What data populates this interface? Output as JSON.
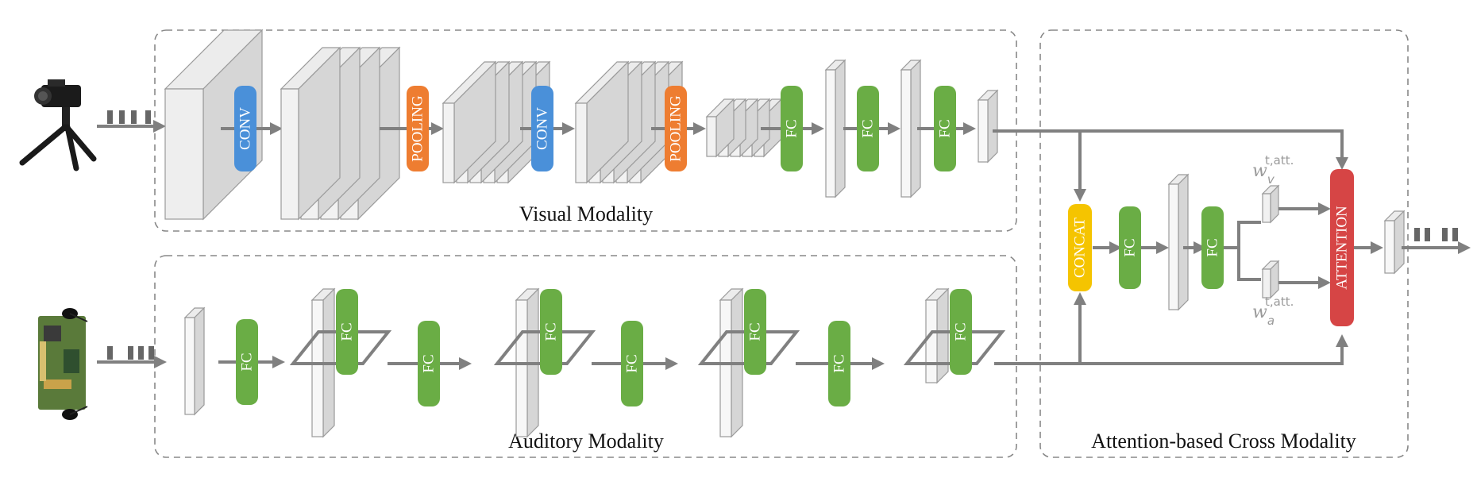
{
  "regions": {
    "visual": "Visual Modality",
    "auditory": "Auditory Modality",
    "cross": "Attention-based Cross Modality"
  },
  "layers": {
    "conv": "CONV",
    "pooling": "POOLING",
    "fc": "FC",
    "concat": "CONCAT",
    "attention": "ATTENTION"
  },
  "weights": {
    "visual": {
      "base": "w",
      "sub": "v",
      "sup": "t,att."
    },
    "audio": {
      "base": "w",
      "sub": "a",
      "sup": "t,att."
    }
  },
  "colors": {
    "conv": "#4a90d9",
    "pooling": "#ee7d31",
    "fc": "#6aad45",
    "concat": "#f5c400",
    "attention": "#d64545",
    "arrow": "#808080",
    "border": "#888888"
  },
  "icons": {
    "camera": "camera-on-tripod-icon",
    "board": "microphone-board-icon"
  }
}
